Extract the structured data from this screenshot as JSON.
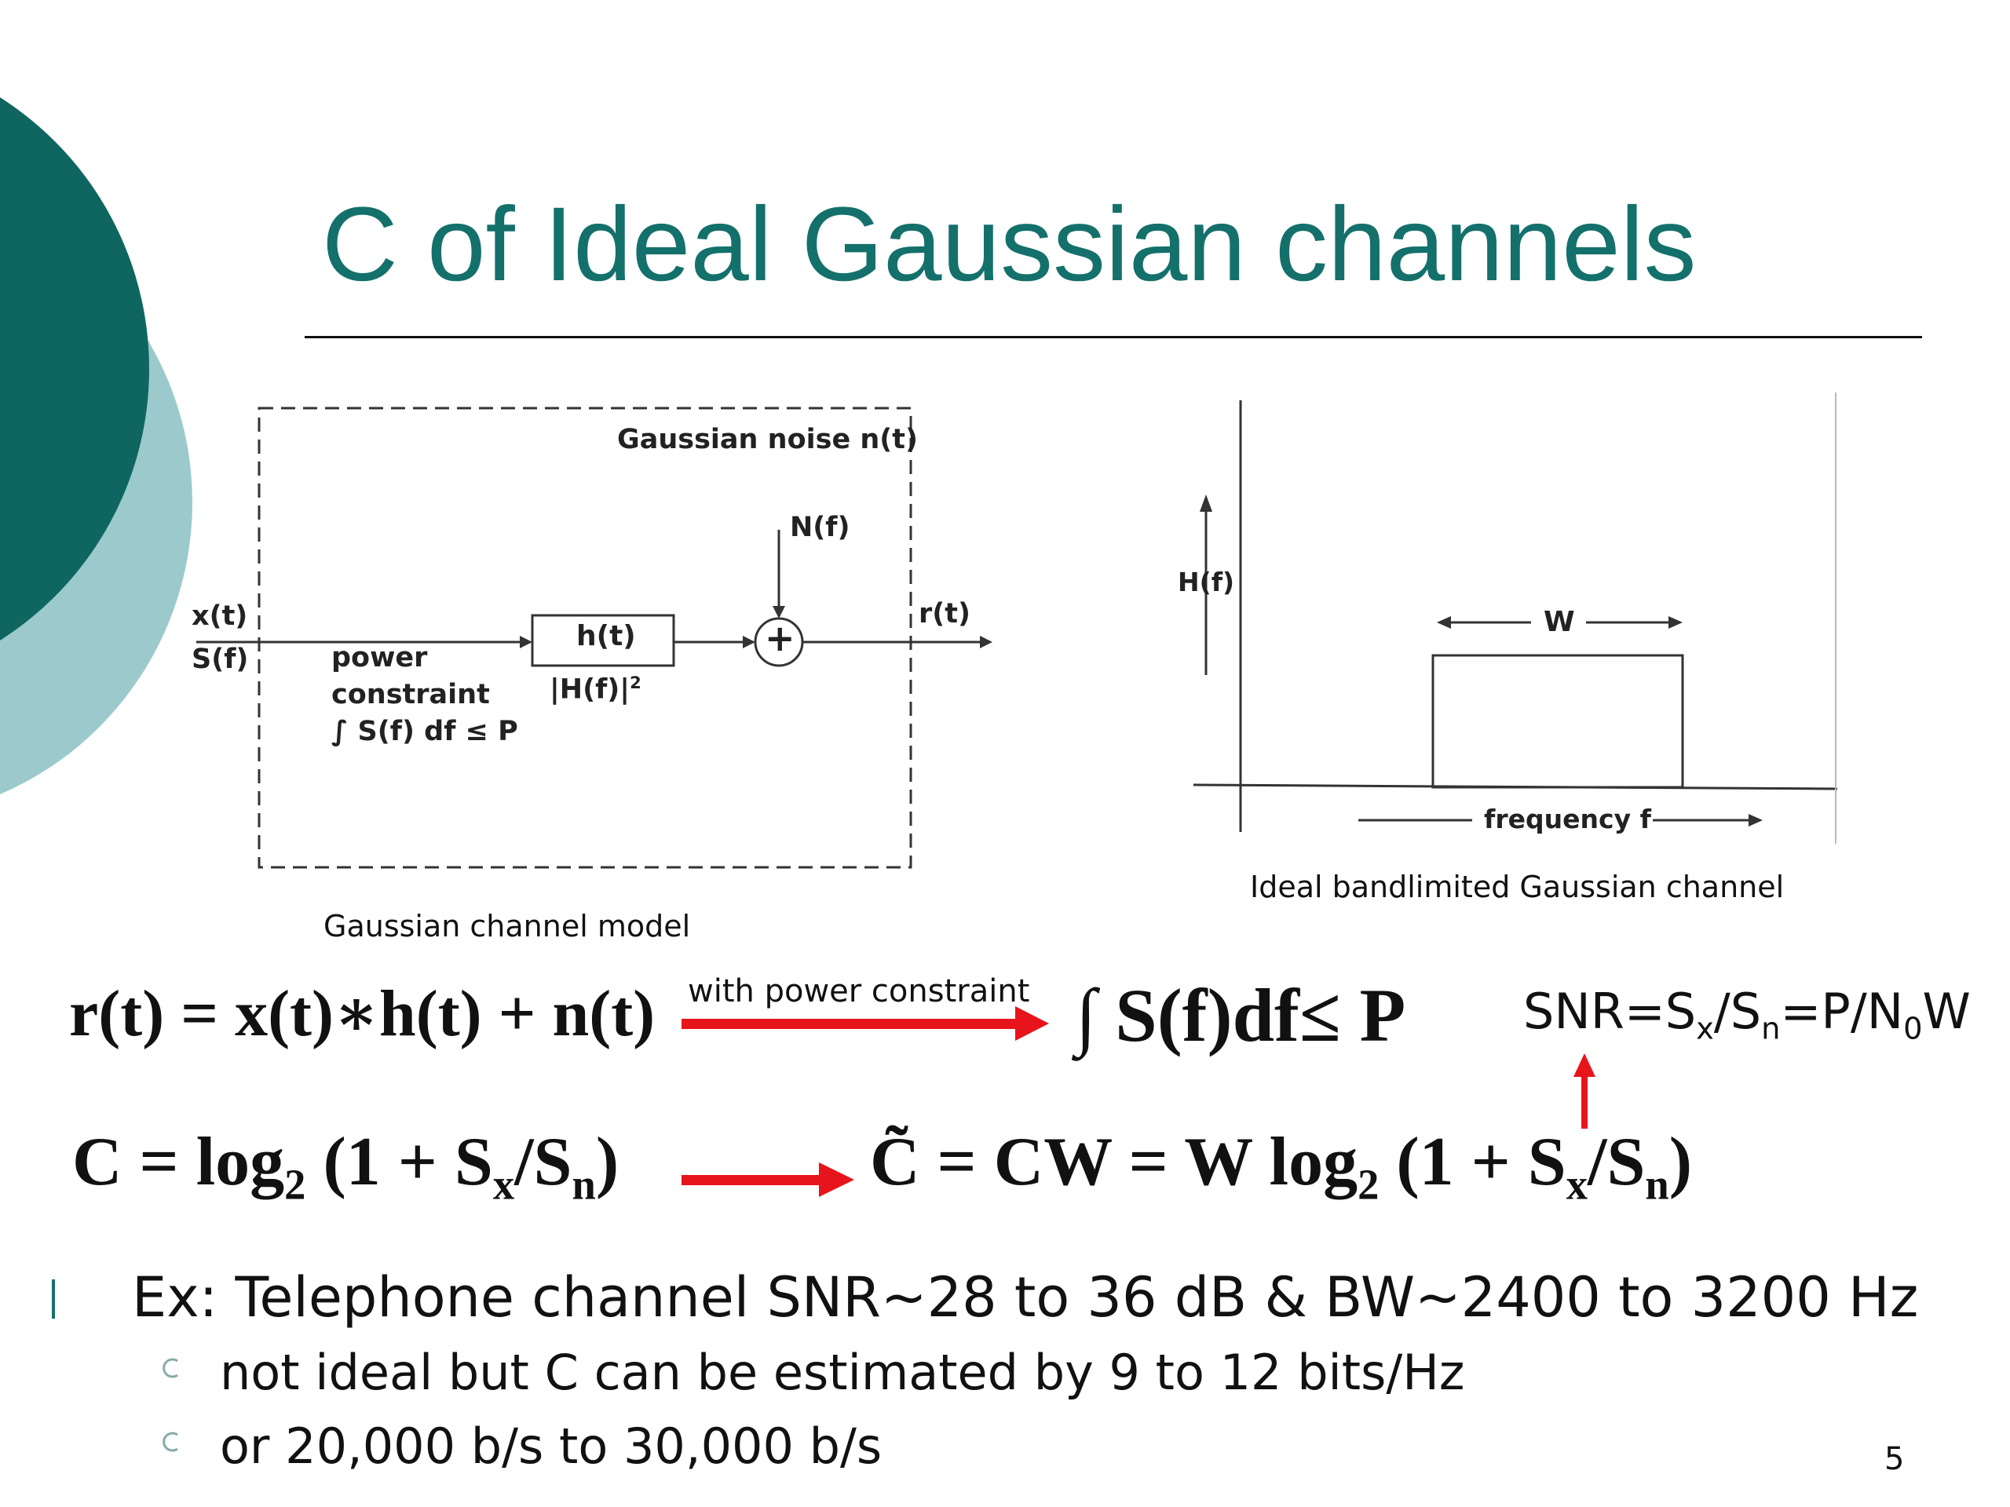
{
  "slide": {
    "title": "C of Ideal Gaussian channels",
    "page_number": "5"
  },
  "left_figure": {
    "noise_label": "Gaussian noise n(t)",
    "nf_label": "N(f)",
    "input_top": "x(t)",
    "input_bottom": "S(f)",
    "filter_label": "h(t)",
    "filter_sub_base": "|H(f)|",
    "filter_sub_exp": "2",
    "adder_symbol": "+",
    "output_label": "r(t)",
    "power_line1": "power",
    "power_line2": "constraint",
    "power_line3": "∫ S(f) df ≤ P",
    "caption": "Gaussian channel model"
  },
  "right_figure": {
    "axis_label": "H(f)",
    "width_label": "W",
    "freq_label": "frequency f",
    "caption": "Ideal bandlimited Gaussian channel"
  },
  "equations": {
    "received": "r(t) = x(t)∗h(t) + n(t)",
    "arrow_label": "with power constraint",
    "constraint": "∫ S(f)df≤ P",
    "snr_prefix": "SNR=S",
    "snr_sub_x": "x",
    "snr_mid": "/S",
    "snr_sub_n": "n",
    "snr_mid2": "=P/N",
    "snr_sub_0": "0",
    "snr_suffix": "W",
    "cap_prefix": "C = log",
    "cap_sub2": "2",
    "cap_mid": " (1 + S",
    "cap_subx": "x",
    "cap_slash": "/S",
    "cap_subn": "n",
    "cap_close": ")",
    "ctilde_prefix": "C̃ = CW = W log",
    "ctilde_sub2": "2",
    "ctilde_mid": " (1 + S",
    "ctilde_subx": "x",
    "ctilde_slash": "/S",
    "ctilde_subn": "n",
    "ctilde_close": ")"
  },
  "bullets": [
    {
      "text": "Ex: Telephone channel SNR~28 to 36 dB & BW~2400 to 3200 Hz"
    },
    {
      "text": "not ideal but C can be estimated by 9 to 12 bits/Hz"
    },
    {
      "text": "or 20,000 b/s to 30,000 b/s"
    }
  ],
  "colors": {
    "title": "#14706b",
    "circle_dark": "#0f6660",
    "circle_light": "#9ccacc",
    "arrow_red": "#e8141b"
  }
}
